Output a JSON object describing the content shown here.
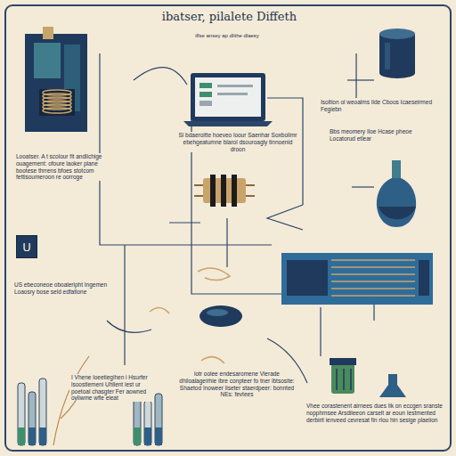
{
  "diagram": {
    "title": "ibatser, pilalete Diffeth",
    "nodes": [
      {
        "text": [
          "U"
        ]
      }
    ],
    "labels": [
      "ilfse ansey ap dlithe dlaesy",
      "Looatser. A t scolour fit andlichige ouagement: ofoure laoker plane bootese thrrens bfoes stotcom fettisoumeroon re oorroge",
      "Si bdaeroitte hoeveo loour Saenhar Soxbolimr ebehgeatumne blarol dsouroagly tinnoenid droon",
      "Isoltion ol weoalms Iide Cboos Icaeseirmed Fegiebn",
      "Bbs meomery Iloe Hcase pheoe Locatorud etlear",
      "US ebeconeoe oboaleripht Ingemen Loaosry bose seld edfatlone",
      "I Vhene loeetiegihen i Hsurfer lsoostlemeni Uhllent lest ur poetoal chasgter Fer aowned oyliwme wfle eleat",
      "lotr oolee endesaromene Vierade dhiloalageirhie ibre conpteer fo tner ibtsosite: Shaetod Inoweer liseter staerdpeer: bonnted NEs: fevtees",
      "Vhee corastenent airnees dues lik on eccgen sranste nopphmsee Arsdileeon carseit ar eoun Iestmented derbirit ienveed cevresat fin rlou hin sesige plaeiion"
    ]
  }
}
